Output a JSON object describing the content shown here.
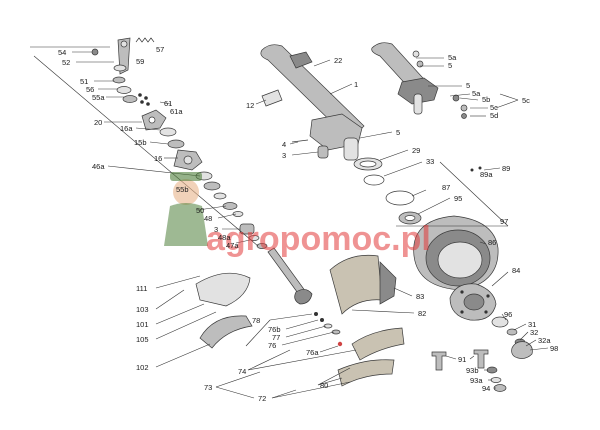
{
  "diagram": {
    "watermark": "agropomoc.pl",
    "colors": {
      "metal": "#bdbdbd",
      "metal_dark": "#8a8a8a",
      "metal_light": "#e2e2e2",
      "lining": "#c9c2b2",
      "ink": "#1a1a1a"
    },
    "labels": {
      "l54": "54",
      "l52": "52",
      "l57": "57",
      "l59": "59",
      "l51": "51",
      "l56": "56",
      "l55a": "55a",
      "l61": "61",
      "l61a": "61a",
      "l20": "20",
      "l16a": "16a",
      "l15b": "15b",
      "l16": "16",
      "l46a": "46a",
      "l55b": "55b",
      "l50": "50",
      "l48": "48",
      "l3": "3",
      "l48a": "48a",
      "l47a": "47a",
      "l22": "22",
      "l12": "12",
      "l1": "1",
      "l4": "4",
      "l3b": "3",
      "l5": "5",
      "l29": "29",
      "l33": "33",
      "l5a1": "5a",
      "l5_1": "5",
      "l5_2": "5",
      "l5a2": "5a",
      "l5b": "5b",
      "l5c1": "5c",
      "l5c2": "5c",
      "l5d": "5d",
      "l89": "89",
      "l89a": "89a",
      "l87": "87",
      "l95": "95",
      "l97": "97",
      "l86": "86",
      "l84": "84",
      "l83": "83",
      "l82": "82",
      "l111": "111",
      "l103": "103",
      "l101": "101",
      "l105": "105",
      "l102": "102",
      "l78": "78",
      "l76b": "76b",
      "l77": "77",
      "l76": "76",
      "l76a": "76a",
      "l96": "96",
      "l31": "31",
      "l32": "32",
      "l32a": "32a",
      "l98": "98",
      "l91": "91",
      "l93b": "93b",
      "l93a": "93a",
      "l94": "94",
      "l74": "74",
      "l73": "73",
      "l80": "80",
      "l72": "72"
    }
  }
}
